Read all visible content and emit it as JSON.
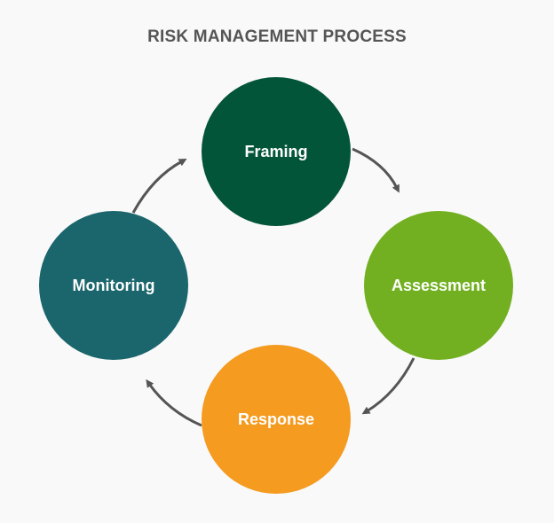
{
  "title": "RISK MANAGEMENT PROCESS",
  "nodes": [
    {
      "id": "framing",
      "label": "Framing",
      "color": "#03553a"
    },
    {
      "id": "assessment",
      "label": "Assessment",
      "color": "#72b022"
    },
    {
      "id": "response",
      "label": "Response",
      "color": "#f49b20"
    },
    {
      "id": "monitoring",
      "label": "Monitoring",
      "color": "#1a666c"
    }
  ],
  "arrow_color": "#555555"
}
